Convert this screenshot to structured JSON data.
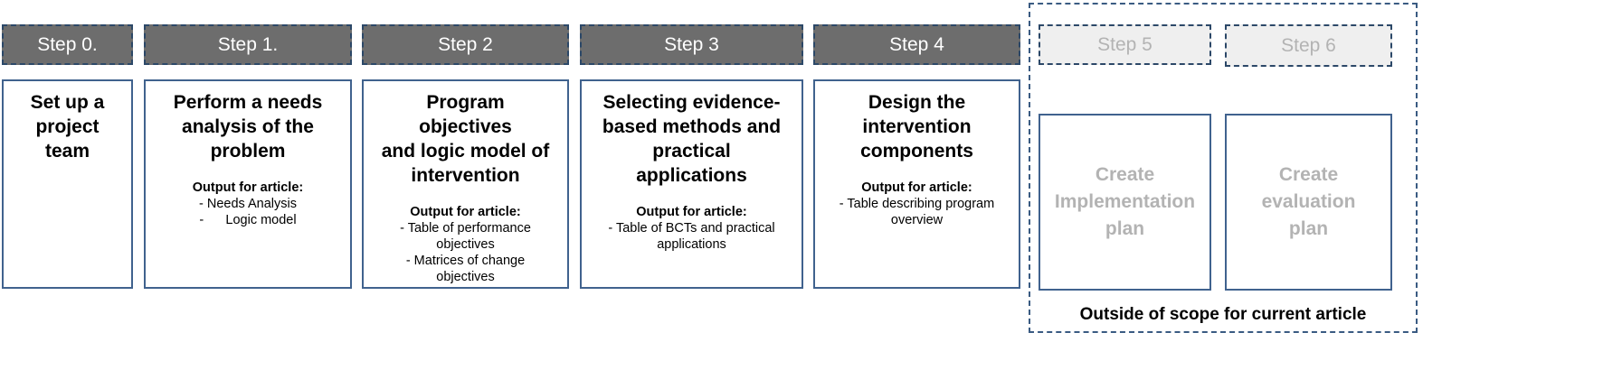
{
  "steps": [
    {
      "header": "Step 0.",
      "title": [
        "Set up a",
        "project",
        "team"
      ],
      "output_heading": "",
      "outputs": []
    },
    {
      "header": "Step 1.",
      "title": [
        "Perform a needs",
        "analysis of the",
        "problem"
      ],
      "output_heading": "Output for article:",
      "outputs": [
        "- Needs Analysis",
        "-      Logic model"
      ]
    },
    {
      "header": "Step 2",
      "title": [
        "Program objectives",
        "and logic model of",
        "intervention"
      ],
      "output_heading": "Output for article:",
      "outputs": [
        "- Table of performance",
        "objectives",
        "- Matrices of change",
        "objectives"
      ]
    },
    {
      "header": "Step 3",
      "title": [
        "Selecting evidence-",
        "based methods and",
        "practical applications"
      ],
      "output_heading": "Output for article:",
      "outputs": [
        "- Table of BCTs and practical",
        "applications"
      ]
    },
    {
      "header": "Step 4",
      "title": [
        "Design the",
        "intervention",
        "components"
      ],
      "output_heading": "Output for article:",
      "outputs": [
        "- Table describing program",
        "overview"
      ]
    }
  ],
  "future_steps": [
    {
      "header": "Step 5",
      "title": [
        "Create",
        "Implementation",
        "plan"
      ]
    },
    {
      "header": "Step 6",
      "title": [
        "Create",
        "evaluation",
        "plan"
      ]
    }
  ],
  "scope_label": "Outside of scope for current article",
  "colors": {
    "header_fill": "#6d6d6d",
    "header_fill_future": "#efefef",
    "box_border": "#40628e",
    "future_text": "#b3b3b3"
  }
}
